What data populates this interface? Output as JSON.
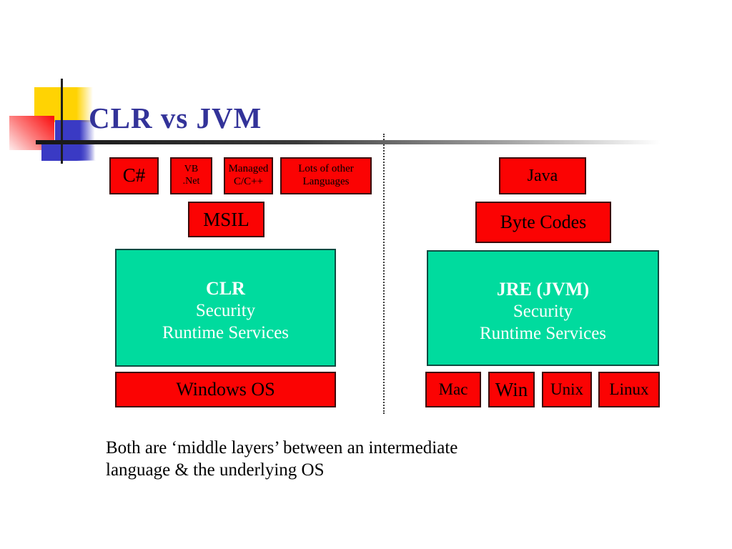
{
  "slide": {
    "title": "CLR vs JVM",
    "footer_line1": "Both are ‘middle layers’ between an intermediate",
    "footer_line2": "language & the underlying OS"
  },
  "left_column": {
    "top_row": [
      {
        "label": "C#"
      },
      {
        "label": "VB\n.Net"
      },
      {
        "label": "Managed\nC/C++"
      },
      {
        "label": "Lots of  other\nLanguages"
      }
    ],
    "intermediate": {
      "label": "MSIL"
    },
    "runtime": {
      "title": "CLR",
      "line2": "Security",
      "line3": "Runtime Services"
    },
    "os_row": [
      {
        "label": "Windows OS"
      }
    ]
  },
  "right_column": {
    "top_row": [
      {
        "label": "Java"
      }
    ],
    "intermediate": {
      "label": "Byte Codes"
    },
    "runtime": {
      "title": "JRE (JVM)",
      "line2": "Security",
      "line3": "Runtime Services"
    },
    "os_row": [
      {
        "label": "Mac"
      },
      {
        "label": "Win"
      },
      {
        "label": "Unix"
      },
      {
        "label": "Linux"
      }
    ]
  },
  "colors": {
    "box_red": "#fb0303",
    "box_green": "#00db9e",
    "title_blue": "#333399",
    "decoration_yellow": "#ffd303",
    "decoration_blue": "#3a3ac4",
    "decoration_red": "#fa0a0a"
  }
}
